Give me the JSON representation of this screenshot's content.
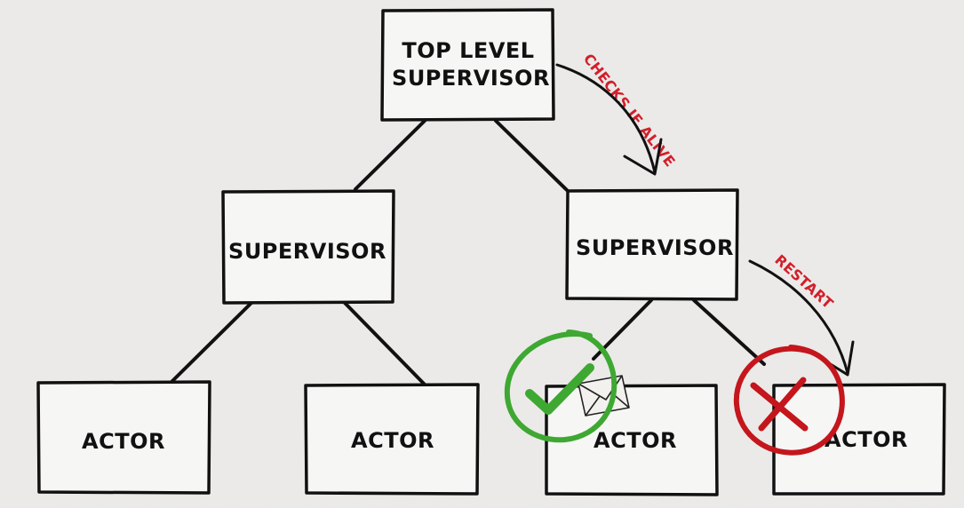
{
  "diagram": {
    "nodes": {
      "top": {
        "line1": "TOP LEVEL",
        "line2": "SUPERVISOR"
      },
      "supervisor_left": {
        "label": "SUPERVISOR"
      },
      "supervisor_right": {
        "label": "SUPERVISOR"
      },
      "actor_1": {
        "label": "ACTOR"
      },
      "actor_2": {
        "label": "ACTOR"
      },
      "actor_3": {
        "label": "ACTOR"
      },
      "actor_4": {
        "label": "ACTOR"
      }
    },
    "annotations": {
      "checks_if_alive": "CHECKS IF ALIVE",
      "restart": "RESTART"
    },
    "colors": {
      "background": "#ecebe9",
      "annotation": "#d21f2a",
      "ok_mark": "#3ea832",
      "fail_mark": "#c4161c",
      "ink": "#111111"
    },
    "icons": [
      "checkmark-circle-icon",
      "x-circle-icon",
      "envelope-icon"
    ]
  }
}
